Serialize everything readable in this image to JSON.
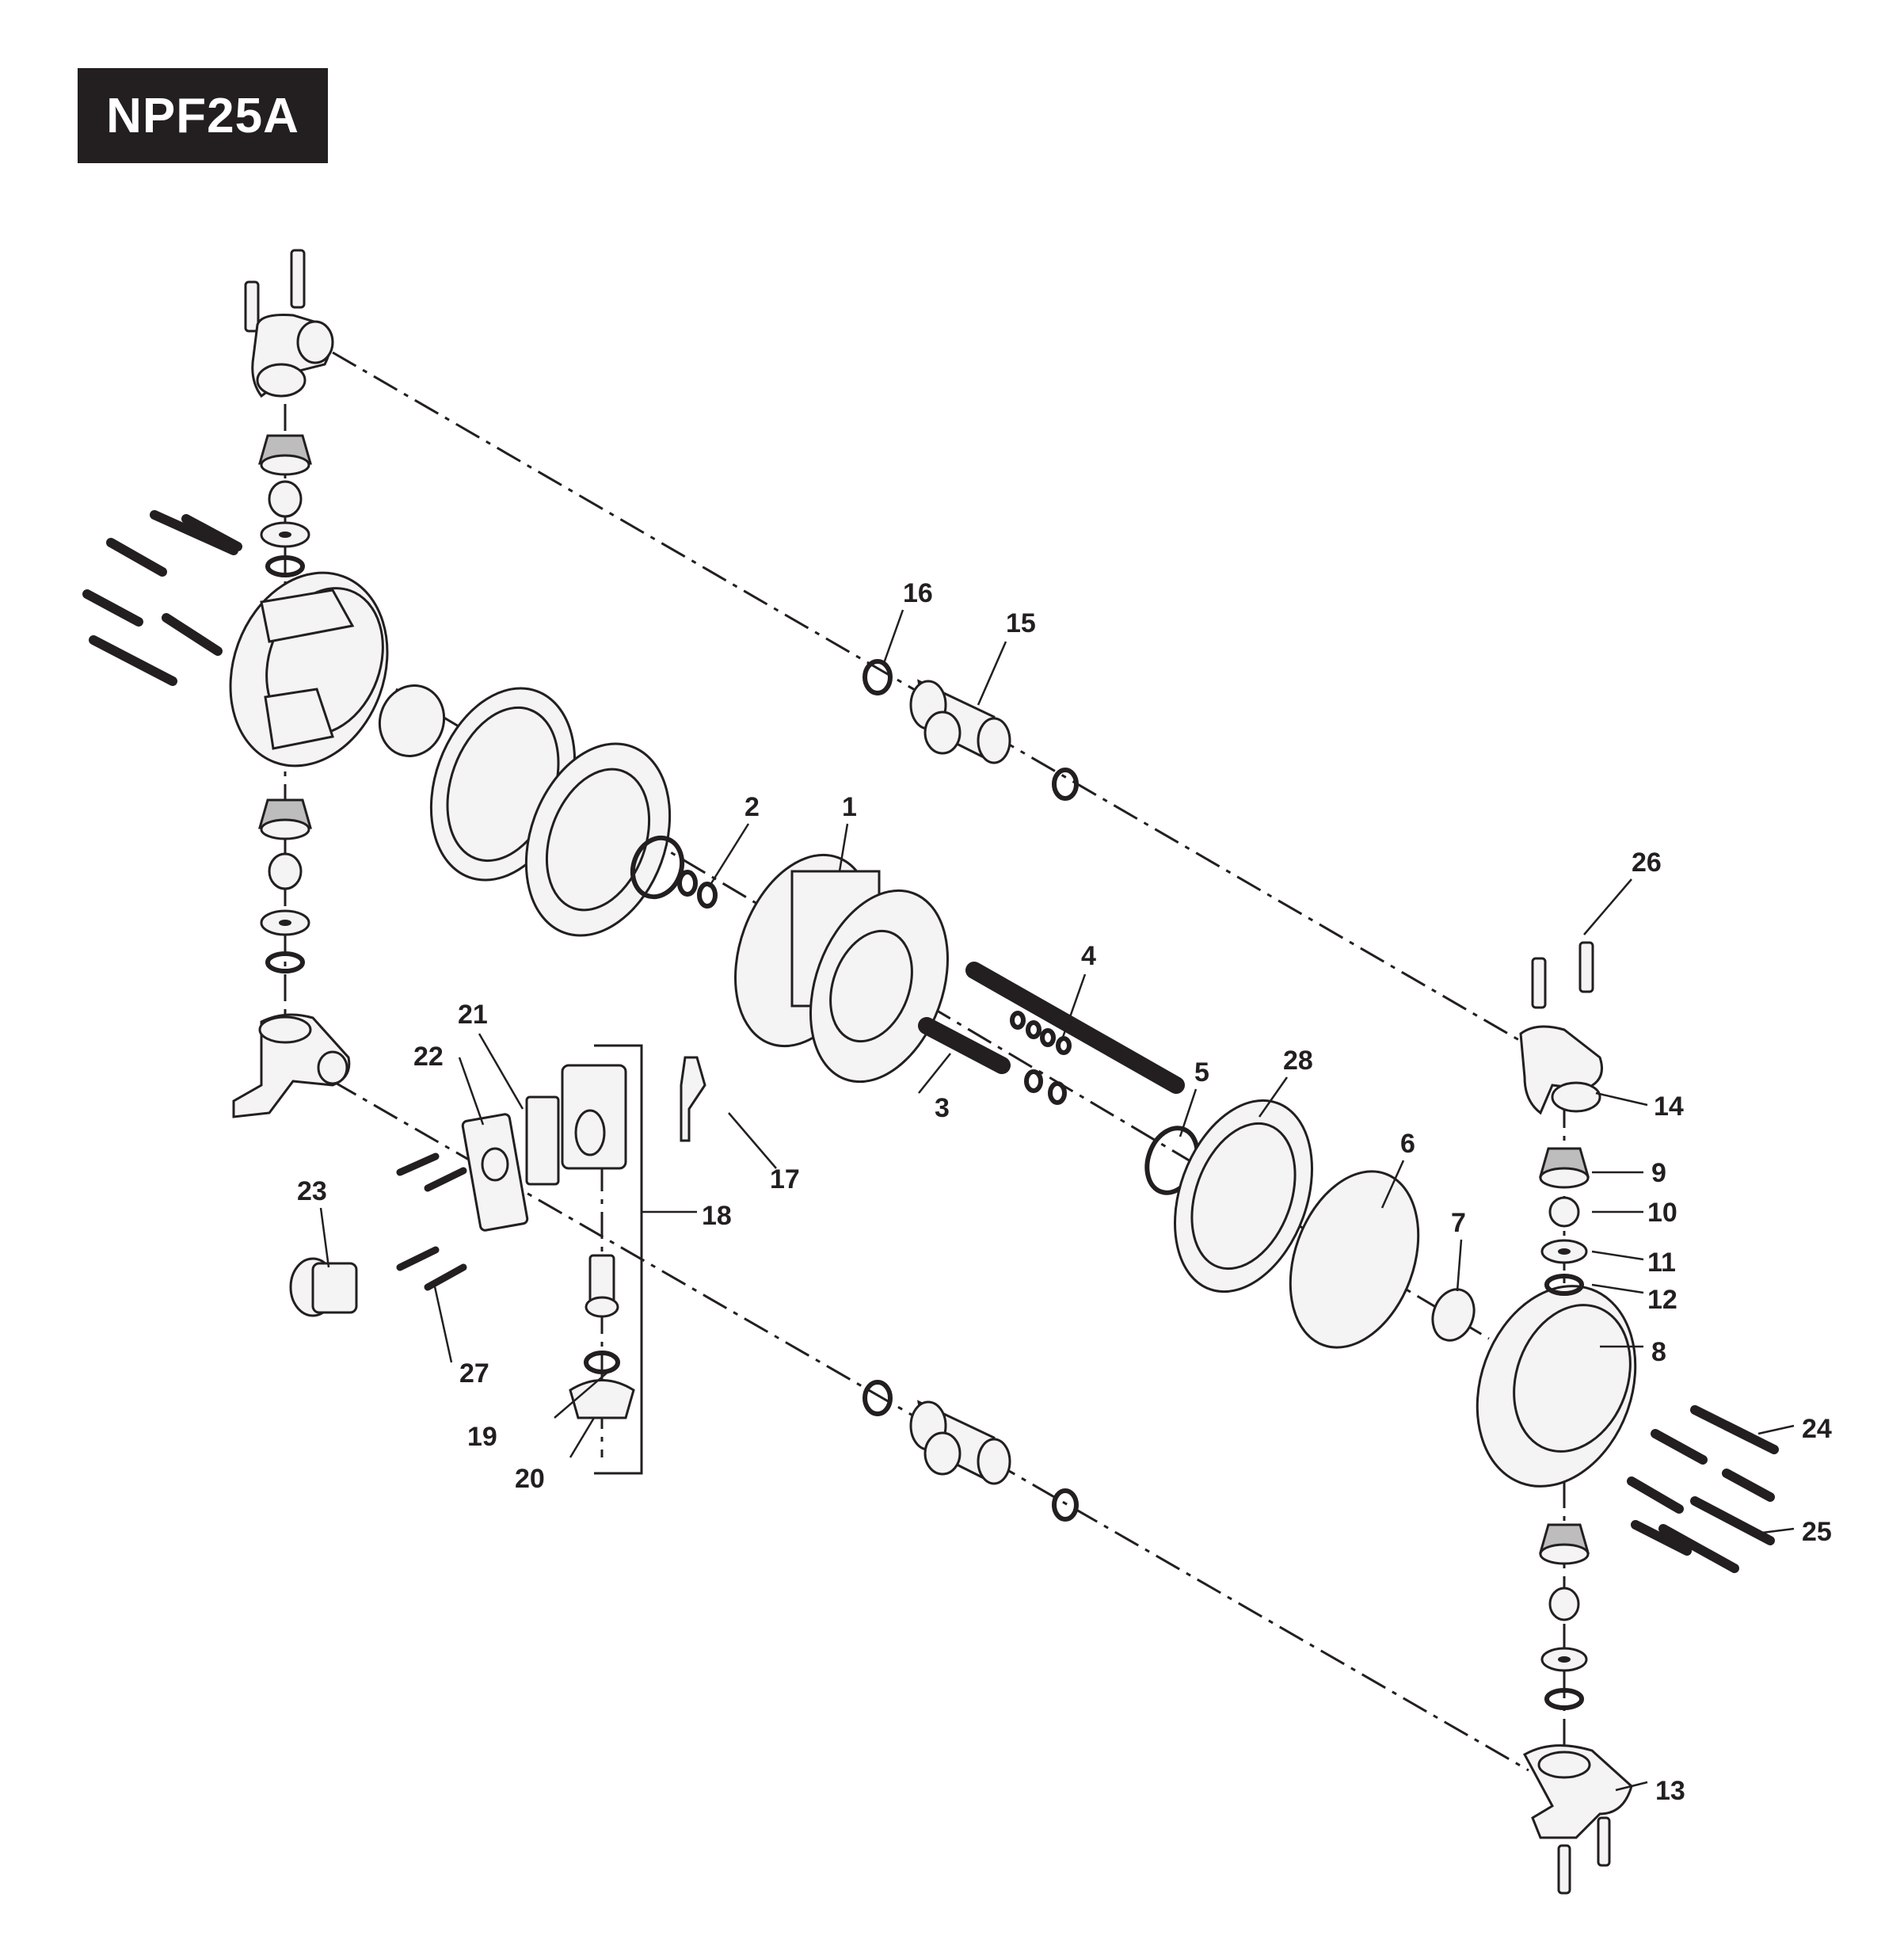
{
  "title": "NPF25A",
  "callouts": [
    {
      "id": "c1",
      "text": "1"
    },
    {
      "id": "c2",
      "text": "2"
    },
    {
      "id": "c3",
      "text": "3"
    },
    {
      "id": "c4",
      "text": "4"
    },
    {
      "id": "c5",
      "text": "5"
    },
    {
      "id": "c6",
      "text": "6"
    },
    {
      "id": "c7",
      "text": "7"
    },
    {
      "id": "c8",
      "text": "8"
    },
    {
      "id": "c9",
      "text": "9"
    },
    {
      "id": "c10",
      "text": "10"
    },
    {
      "id": "c11",
      "text": "11"
    },
    {
      "id": "c12",
      "text": "12"
    },
    {
      "id": "c13",
      "text": "13"
    },
    {
      "id": "c14",
      "text": "14"
    },
    {
      "id": "c15",
      "text": "15"
    },
    {
      "id": "c16",
      "text": "16"
    },
    {
      "id": "c17",
      "text": "17"
    },
    {
      "id": "c18",
      "text": "18"
    },
    {
      "id": "c19",
      "text": "19"
    },
    {
      "id": "c20",
      "text": "20"
    },
    {
      "id": "c21",
      "text": "21"
    },
    {
      "id": "c22",
      "text": "22"
    },
    {
      "id": "c23",
      "text": "23"
    },
    {
      "id": "c24",
      "text": "24"
    },
    {
      "id": "c25",
      "text": "25"
    },
    {
      "id": "c26",
      "text": "26"
    },
    {
      "id": "c27",
      "text": "27"
    },
    {
      "id": "c28",
      "text": "28"
    }
  ]
}
